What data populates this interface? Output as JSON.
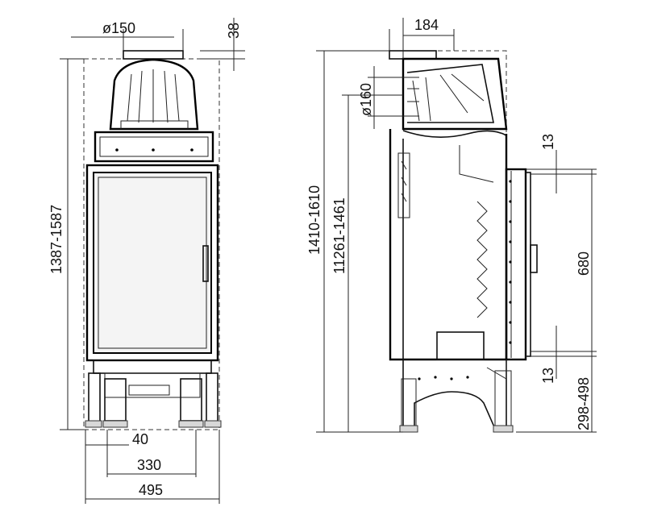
{
  "dimensions": {
    "flue_diameter_front": "ø150",
    "top_offset": "38",
    "overall_height_front": "1387-1587",
    "foot_spacing": "40",
    "inner_width": "330",
    "overall_width": "495",
    "flue_setback_side": "184",
    "flue_diameter_side": "ø160",
    "overall_height_side": "1410-1610",
    "flue_height_side": "11261-1461",
    "door_top_margin": "13",
    "door_height": "680",
    "door_bottom_margin": "13",
    "base_height": "298-498"
  }
}
